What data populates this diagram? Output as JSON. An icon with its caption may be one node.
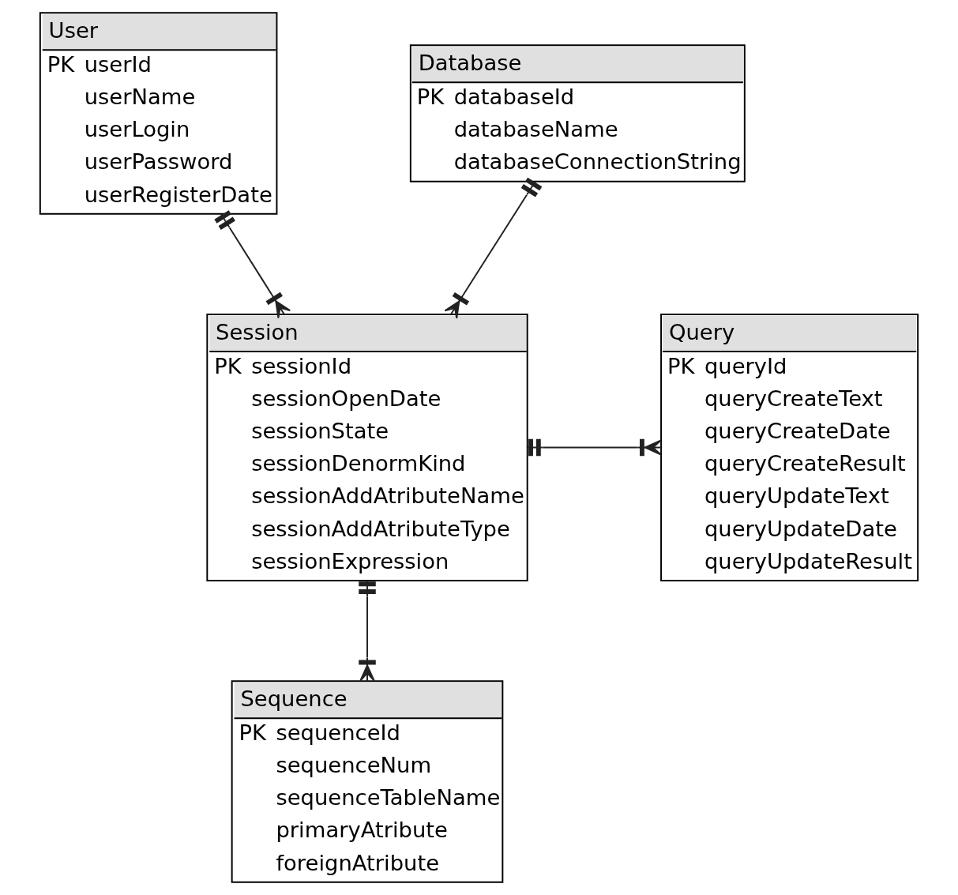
{
  "diagram": {
    "nodes": [
      {
        "text": [
          "User",
          "PK",
          "userId",
          "userName",
          "userLogin",
          "userPassword",
          "userRegisterDate"
        ]
      },
      {
        "text": [
          "Database",
          "PK",
          "databaseId",
          "databaseName",
          "databaseConnectionString"
        ]
      },
      {
        "text": [
          "Session",
          "PK",
          "sessionId",
          "sessionOpenDate",
          "sessionState",
          "sessionDenormKind",
          "sessionAddAtributeName",
          "sessionAddAtributeType",
          "sessionExpression"
        ]
      },
      {
        "text": [
          "Query",
          "PK",
          "queryId",
          "queryCreateText",
          "queryCreateDate",
          "queryCreateResult",
          "queryUpdateText",
          "queryUpdateDate",
          "queryUpdateResult"
        ]
      },
      {
        "text": [
          "Sequence",
          "PK",
          "sequenceId",
          "sequenceNum",
          "sequenceTableName",
          "primaryAtribute",
          "foreignAtribute"
        ]
      }
    ],
    "edges": [
      {
        "from": 0,
        "to": 2,
        "arrow": "other"
      },
      {
        "from": 1,
        "to": 2,
        "arrow": "other"
      },
      {
        "from": 2,
        "to": 3,
        "arrow": "other"
      },
      {
        "from": 2,
        "to": 4,
        "arrow": "other"
      }
    ]
  }
}
